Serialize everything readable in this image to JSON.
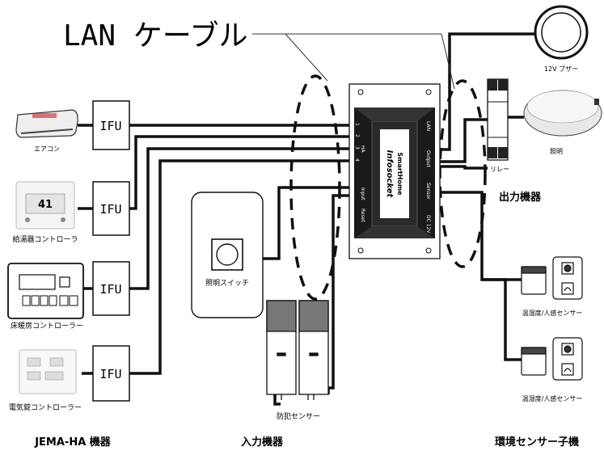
{
  "title": "LAN ケーブル",
  "ifu_label": "IFU",
  "jema_devices": [
    {
      "label": "エアコン"
    },
    {
      "label": "給湯器コントローラ"
    },
    {
      "label": "床暖房コントローラー"
    },
    {
      "label": "電気錠コントローラー"
    }
  ],
  "aircon_brand": "",
  "water_heater_display": "41",
  "light_switch": "照明スイッチ",
  "security_sensor": "防犯センサー",
  "buzzer": "12V ブザー",
  "light": "照明",
  "relay": "リレー",
  "env_sensors": [
    {
      "label": "温湿度/人感センサー"
    },
    {
      "label": "温湿度/人感センサー"
    }
  ],
  "groups": {
    "jema": "JEMA-HA 機器",
    "input": "入力機器",
    "output": "出力機器",
    "env": "環境センサー子機"
  },
  "controller": {
    "brand": "SmartHome",
    "model": "Infosocket",
    "left_top": "HA",
    "left_bottom": "Input",
    "right_top": "LAN",
    "right_mid": "Output",
    "right_sensor": "Sensor",
    "right_bottom": "DC 12V",
    "reset": "Reset",
    "port_numbers": [
      "1",
      "2",
      "3",
      "4"
    ]
  }
}
